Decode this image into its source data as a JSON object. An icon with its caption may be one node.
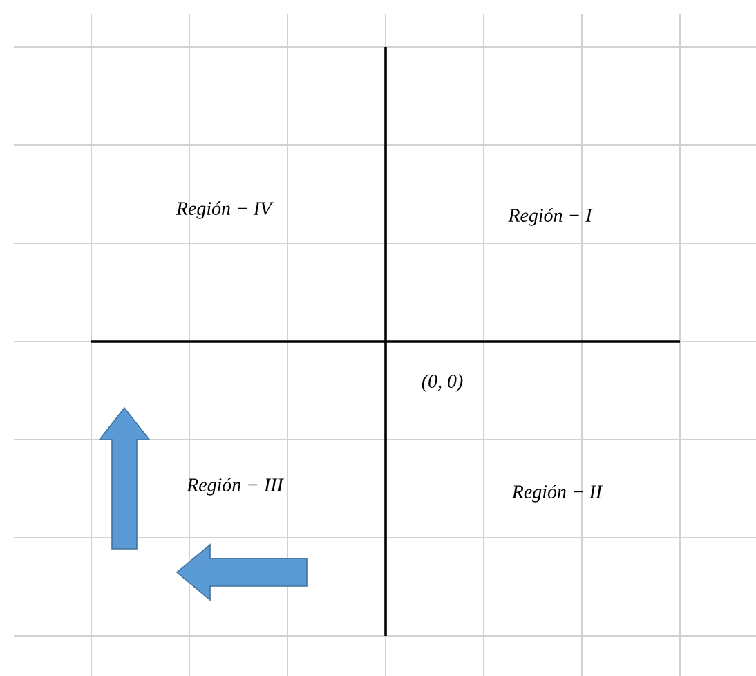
{
  "diagram": {
    "labels": [
      "Región − IV",
      "Región − I",
      "(0, 0)",
      "Región − III",
      "Región − II"
    ]
  }
}
